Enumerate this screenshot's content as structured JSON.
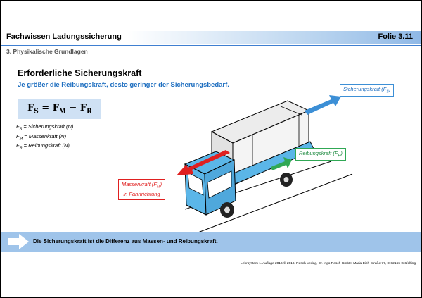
{
  "header": {
    "title": "Fachwissen Ladungssicherung",
    "slide_number": "Folie 3.11",
    "section": "3. Physikalische Grundlagen"
  },
  "content": {
    "heading": "Erforderliche Sicherungskraft",
    "subtitle": "Je größer die Reibungskraft, desto geringer der Sicherungsbedarf.",
    "formula": {
      "lhs": "F",
      "lhs_sub": "S",
      "equals": " = ",
      "term1": "F",
      "term1_sub": "M",
      "minus": " − ",
      "term2": "F",
      "term2_sub": "R"
    },
    "legend": [
      {
        "symbol": "F",
        "sub": "S",
        "text": " = Sicherungskraft (N)"
      },
      {
        "symbol": "F",
        "sub": "M",
        "text": " = Massenkraft (N)"
      },
      {
        "symbol": "F",
        "sub": "R",
        "text": " = Reibungskraft (N)"
      }
    ]
  },
  "figure": {
    "sicherungskraft_label": "Sicherungskraft (F",
    "sicherungskraft_sub": "S",
    "reibungskraft_label": "Reibungskraft (F",
    "reibungskraft_sub": "R",
    "massenkraft_label": "Massenkraft  (F",
    "massenkraft_sub": "M",
    "massenkraft_line2": "in Fahrtrichtung",
    "closing_paren": ")",
    "colors": {
      "sicherung": "#3c8fd6",
      "reibung": "#30a855",
      "massen": "#e02020",
      "truck_cab": "#5bb6e8"
    }
  },
  "bottom": {
    "statement": "Die Sicherungskraft ist die Differenz aus Massen- und Reibungskraft."
  },
  "footer": {
    "text": "Lehrsystem 1. Auflage 2016 © 2016, Resch-Verlag, Dr. Ingo Resch GmbH, Maria-Eich-Straße 77, D-82166 Gräfelfing"
  }
}
